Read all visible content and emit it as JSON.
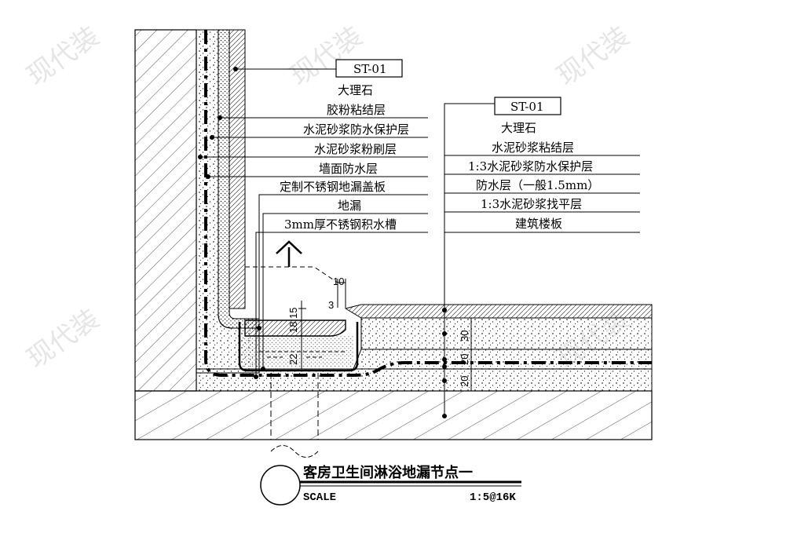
{
  "left_callout": {
    "tag": "ST-01",
    "layers": [
      "大理石",
      "胶粉粘结层",
      "水泥砂浆防水保护层",
      "水泥砂浆粉刷层",
      "墙面防水层",
      "定制不锈钢地漏盖板",
      "地漏",
      "3mm厚不锈钢积水槽"
    ]
  },
  "right_callout": {
    "tag": "ST-01",
    "layers": [
      "大理石",
      "水泥砂浆粘结层",
      "1:3水泥砂浆防水保护层",
      "防水层（一般1.5mm）",
      "1:3水泥砂浆找平层",
      "建筑楼板"
    ]
  },
  "dimensions": {
    "d10": "10",
    "d3": "3",
    "d15": "15",
    "d18": "18",
    "d22": "22",
    "d30": "30",
    "d20a": "20",
    "d20b": "20"
  },
  "title_block": {
    "title": "客房卫生间淋浴地漏节点一",
    "scale_label": "SCALE",
    "scale_value": "1:5@16K"
  },
  "watermark": "现代装"
}
